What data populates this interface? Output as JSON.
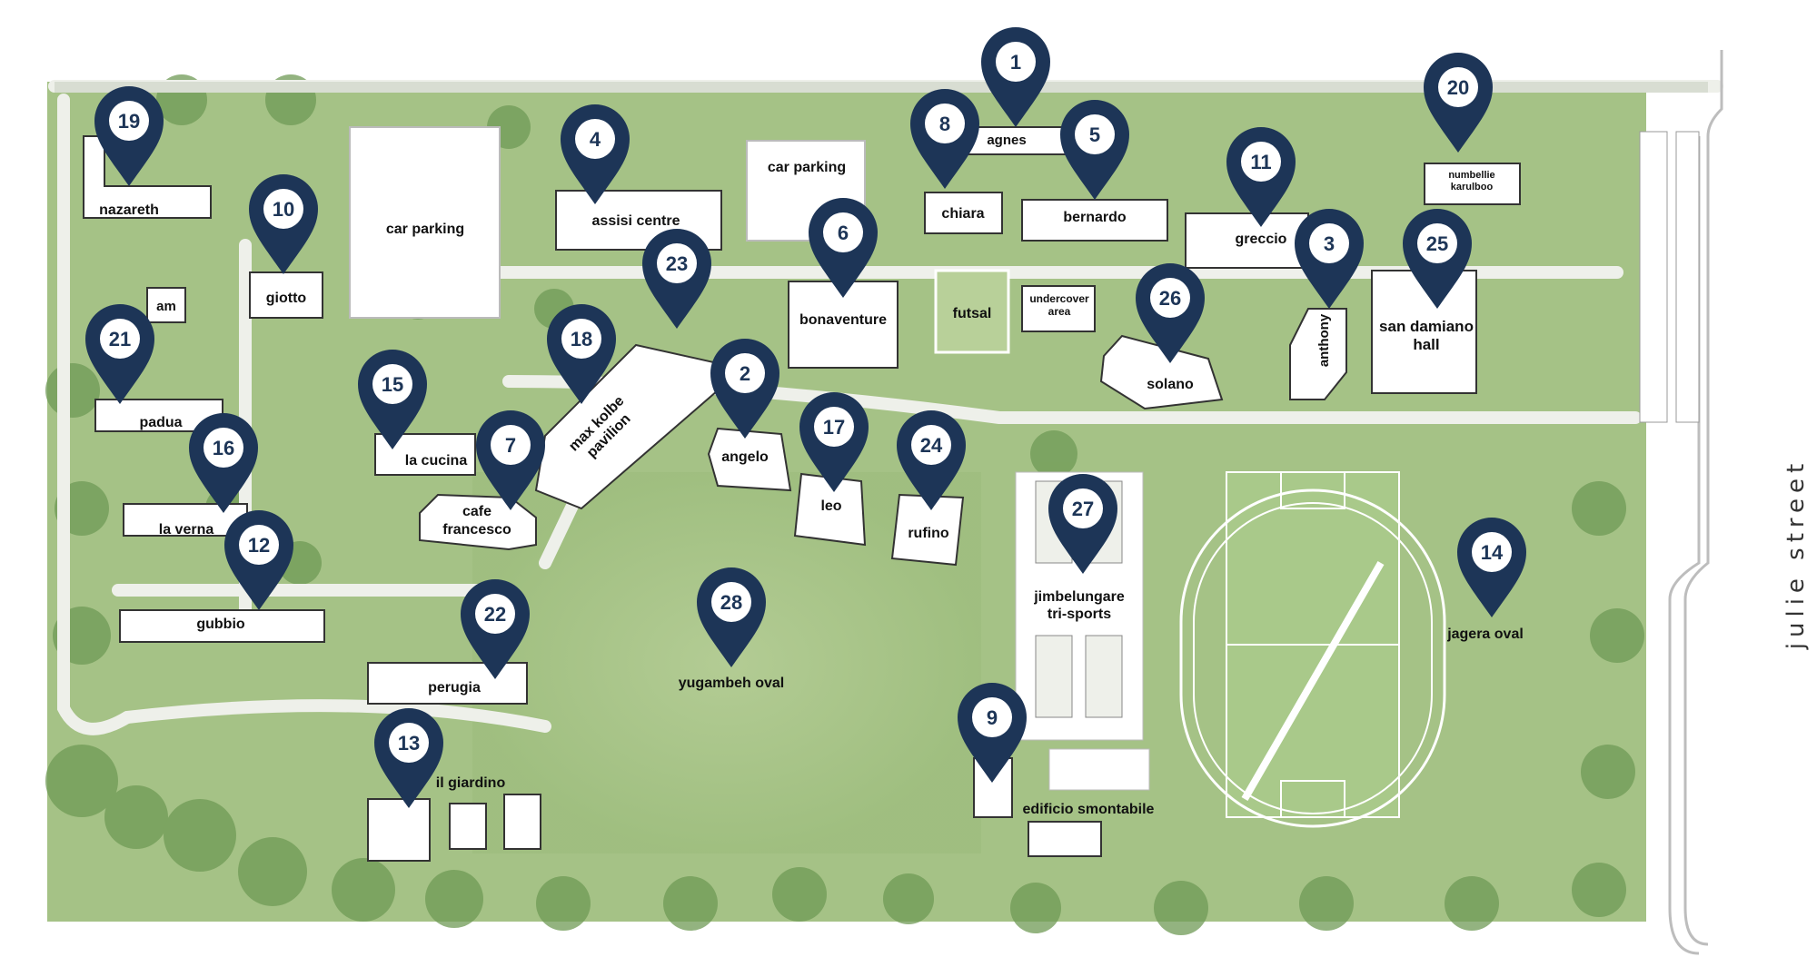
{
  "street": "julie street",
  "colors": {
    "grass": "#a8c48a",
    "grass_dark": "#8fb070",
    "path": "#e9ece4",
    "building": "#ffffff",
    "building_stroke": "#333333",
    "pin": "#1d3557",
    "pin_disc": "#ffffff",
    "tree": "#6f9a55"
  },
  "pin_icon": "map-marker-icon",
  "buildings": {
    "nazareth": "nazareth",
    "car_parking_left": "car parking",
    "am": "am",
    "giotto": "giotto",
    "assisi": "assisi centre",
    "car_parking_top": "car parking",
    "agnes": "agnes",
    "chiara": "chiara",
    "bernardo": "bernardo",
    "greccio": "greccio",
    "numbellie_1": "numbellie",
    "numbellie_2": "karulboo",
    "padua": "padua",
    "la_cucina": "la cucina",
    "max_kolbe_1": "max kolbe",
    "max_kolbe_2": "pavilion",
    "bonaventure": "bonaventure",
    "futsal": "futsal",
    "undercover_1": "undercover",
    "undercover_2": "area",
    "solano": "solano",
    "anthony": "anthony",
    "san_damiano_1": "san damiano",
    "san_damiano_2": "hall",
    "la_verna": "la verna",
    "cafe_1": "cafe",
    "cafe_2": "francesco",
    "angelo": "angelo",
    "leo": "leo",
    "rufino": "rufino",
    "gubbio": "gubbio",
    "perugia": "perugia",
    "yugambeh": "yugambeh oval",
    "jimbelungare_1": "jimbelungare",
    "jimbelungare_2": "tri-sports",
    "jagera": "jagera oval",
    "il_giardino": "il giardino",
    "edificio": "edificio smontabile"
  },
  "pins": {
    "p1": "1",
    "p2": "2",
    "p3": "3",
    "p4": "4",
    "p5": "5",
    "p6": "6",
    "p7": "7",
    "p8": "8",
    "p9": "9",
    "p10": "10",
    "p11": "11",
    "p12": "12",
    "p13": "13",
    "p14": "14",
    "p15": "15",
    "p16": "16",
    "p17": "17",
    "p18": "18",
    "p19": "19",
    "p20": "20",
    "p21": "21",
    "p22": "22",
    "p23": "23",
    "p24": "24",
    "p25": "25",
    "p26": "26",
    "p27": "27",
    "p28": "28"
  }
}
